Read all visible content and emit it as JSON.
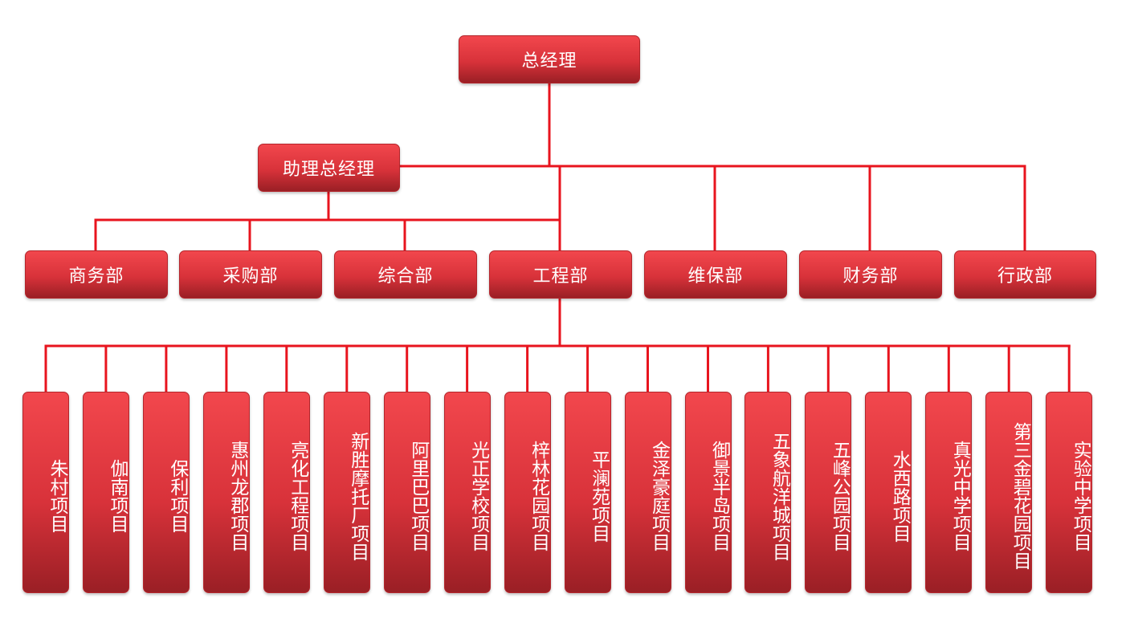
{
  "org": {
    "top": "总经理",
    "assistant": "助理总经理",
    "departments": [
      "商务部",
      "采购部",
      "综合部",
      "工程部",
      "维保部",
      "财务部",
      "行政部"
    ],
    "projects": [
      "朱村项目",
      "伽南项目",
      "保利项目",
      "惠州龙郡项目",
      "亮化工程项目",
      "新胜摩托厂项目",
      "阿里巴巴项目",
      "光正学校项目",
      "梓林花园项目",
      "平澜苑项目",
      "金泽豪庭项目",
      "御景半岛项目",
      "五象航洋城项目",
      "五峰公园项目",
      "水西路项目",
      "真光中学项目",
      "第三金碧花园项目",
      "实验中学项目"
    ]
  },
  "colors": {
    "line": "#e8141e",
    "box_top": "#f2474d",
    "box_bottom": "#9a1f25",
    "text": "#ffffff"
  }
}
